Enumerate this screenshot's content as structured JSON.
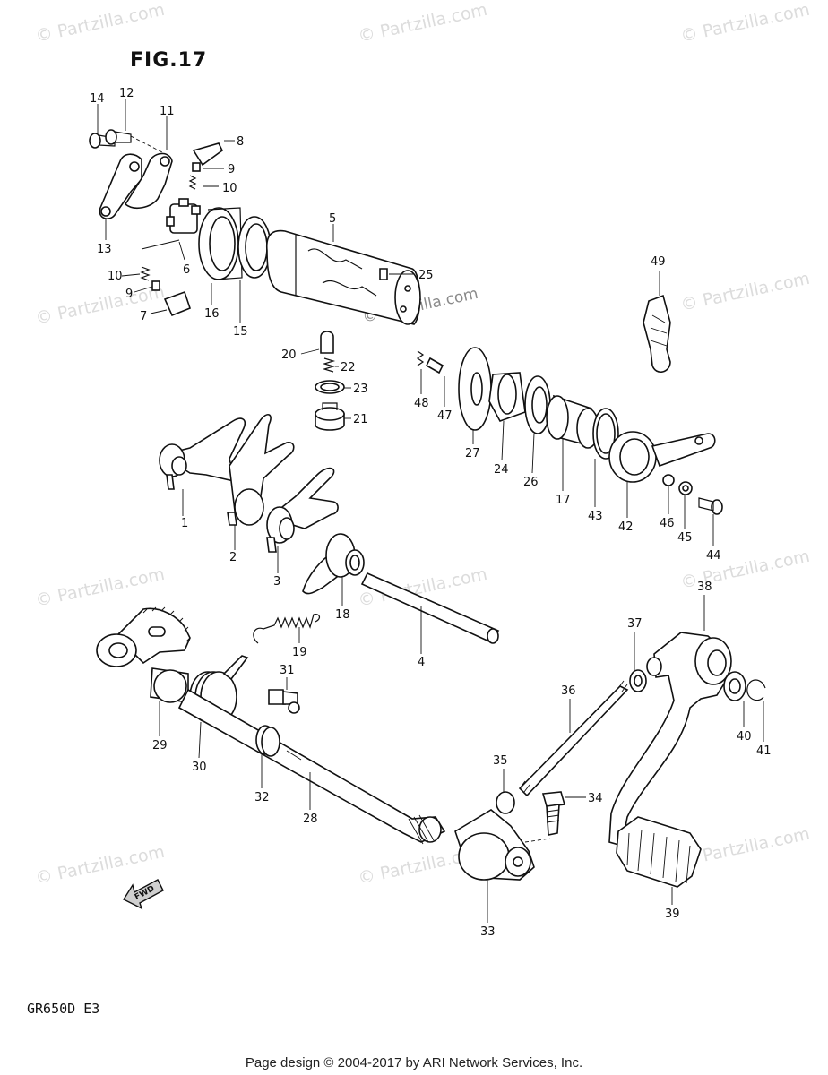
{
  "title": "FIG.17",
  "model_code": "GR650D E3",
  "footer": "Page design © 2004-2017 by ARI Network Services, Inc.",
  "watermark": "© Partzilla.com",
  "watermark_center": "© Partzilla.com",
  "fwd_label": "FWD",
  "callouts": {
    "c1": "1",
    "c2": "2",
    "c3": "3",
    "c4": "4",
    "c5": "5",
    "c6": "6",
    "c7": "7",
    "c8": "8",
    "c9a": "9",
    "c9b": "9",
    "c10a": "10",
    "c10b": "10",
    "c11": "11",
    "c12": "12",
    "c13": "13",
    "c14": "14",
    "c15": "15",
    "c16": "16",
    "c17": "17",
    "c18": "18",
    "c19": "19",
    "c20": "20",
    "c21": "21",
    "c22": "22",
    "c23": "23",
    "c24": "24",
    "c25": "25",
    "c26": "26",
    "c27": "27",
    "c28": "28",
    "c29": "29",
    "c30": "30",
    "c31": "31",
    "c32": "32",
    "c33": "33",
    "c34": "34",
    "c35": "35",
    "c36": "36",
    "c37": "37",
    "c38": "38",
    "c39": "39",
    "c40": "40",
    "c41": "41",
    "c42": "42",
    "c43": "43",
    "c44": "44",
    "c45": "45",
    "c46": "46",
    "c47": "47",
    "c48": "48",
    "c49": "49"
  }
}
